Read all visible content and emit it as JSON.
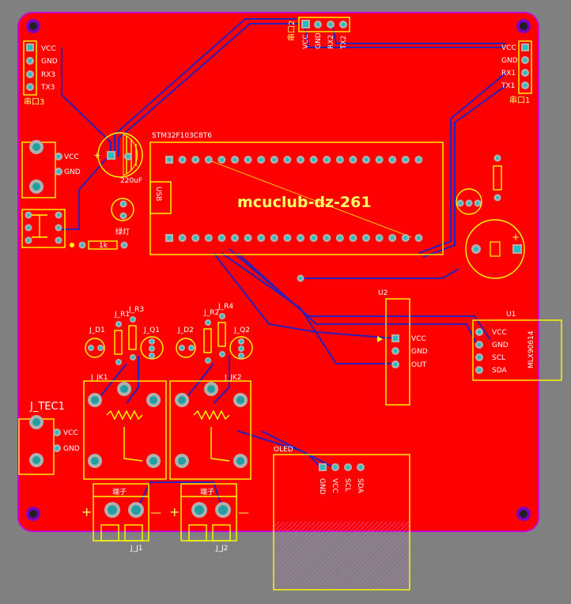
{
  "board": {
    "title": "mcuclub-dz-261",
    "colors": {
      "background": "#808080",
      "copper": "#ff0000",
      "outline": "#d000d0",
      "silk": "#ffff00",
      "trace": "#2a1fb8",
      "pad_hole": "#20c0c0"
    }
  },
  "labels": {
    "uart3_pins": [
      "VCC",
      "GND",
      "RX3",
      "TX3"
    ],
    "uart3_name": "串口3",
    "uart2_pins": [
      "VCC",
      "GND",
      "RX2",
      "TX2"
    ],
    "uart2_name": "串口2",
    "uart1_pins": [
      "VCC",
      "GND",
      "RX1",
      "TX1"
    ],
    "uart1_name": "串口1",
    "power_pins": [
      "VCC",
      "GND"
    ],
    "cap_value": "220uF",
    "mcu_name": "STM32F103C8T6",
    "usb": "USB",
    "led_label": "绿灯",
    "resistor_label": "1k",
    "u2_name": "U2",
    "u2_pins": [
      "VCC",
      "GND",
      "OUT"
    ],
    "u1_name": "U1",
    "u1_pins": [
      "VCC",
      "GND",
      "SCL",
      "SDA"
    ],
    "u1_part": "MLX90614",
    "j_tec1": "J_TEC1",
    "tec_pins": [
      "VCC",
      "GND"
    ],
    "oled": "OLED",
    "oled_pins": [
      "GND",
      "VCC",
      "SCL",
      "SDA"
    ],
    "j_d1": "J_D1",
    "j_r1": "J_R1",
    "j_r3": "J_R3",
    "j_q1": "J_Q1",
    "j_d2": "J_D2",
    "j_r2": "J_R2",
    "j_r4": "J_R4",
    "j_q2": "J_Q2",
    "j_jk1": "J_JK1",
    "j_jk2": "J_JK2",
    "j_j1": "J_J1",
    "j_j2": "J_J2",
    "terminal": "端子",
    "plus": "+",
    "minus": "—"
  }
}
